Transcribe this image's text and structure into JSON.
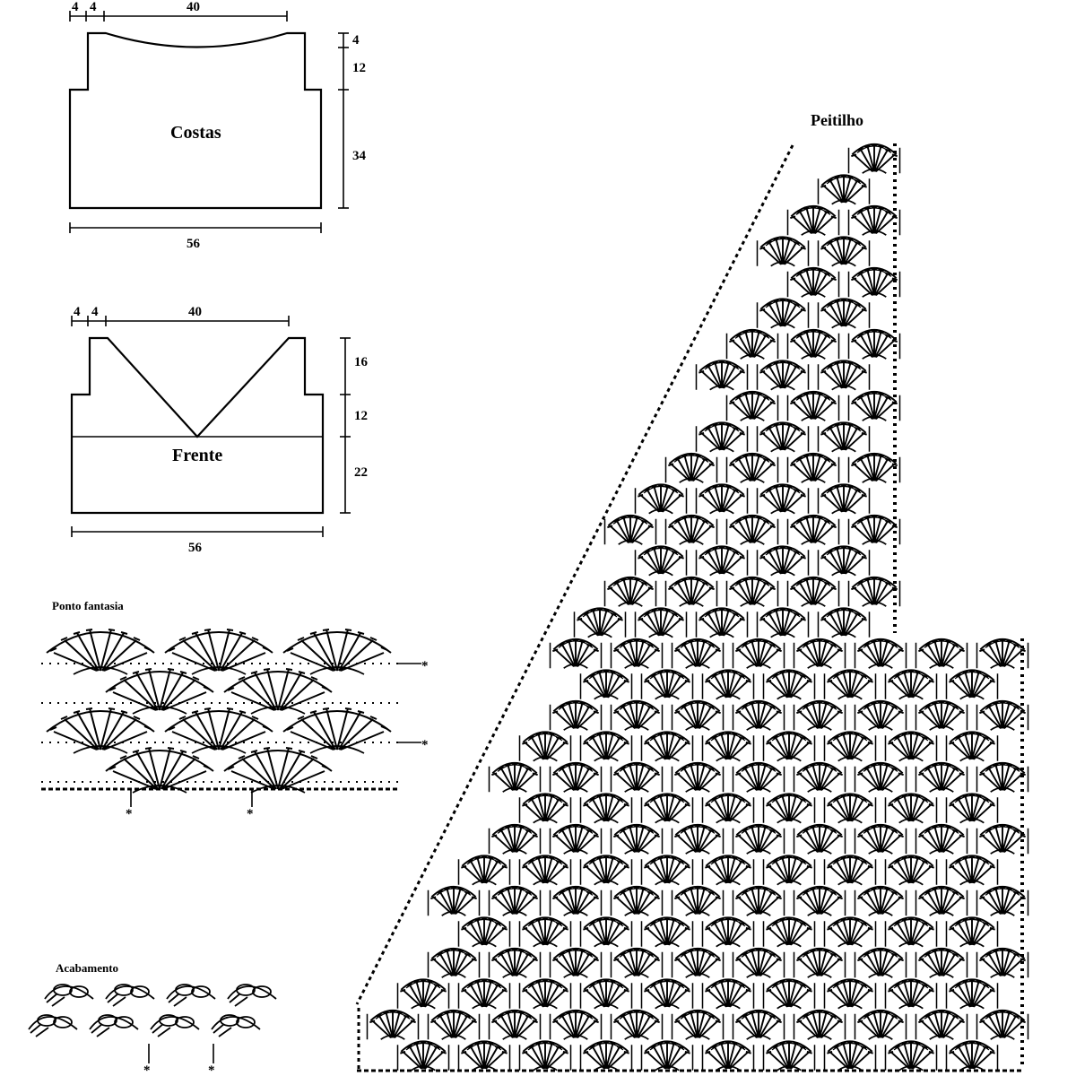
{
  "costas": {
    "label": "Costas",
    "dims": {
      "top_a": "4",
      "top_b": "4",
      "top_c": "40",
      "right_a": "4",
      "right_b": "12",
      "right_c": "34",
      "bottom": "56"
    }
  },
  "frente": {
    "label": "Frente",
    "dims": {
      "top_a": "4",
      "top_b": "4",
      "top_c": "40",
      "right_a": "16",
      "right_b": "12",
      "right_c": "22",
      "bottom": "56"
    }
  },
  "ponto_fantasia": {
    "label": "Ponto fantasia",
    "marker": "*"
  },
  "acabamento": {
    "label": "Acabamento",
    "marker": "*"
  },
  "peitilho": {
    "label": "Peitilho"
  }
}
